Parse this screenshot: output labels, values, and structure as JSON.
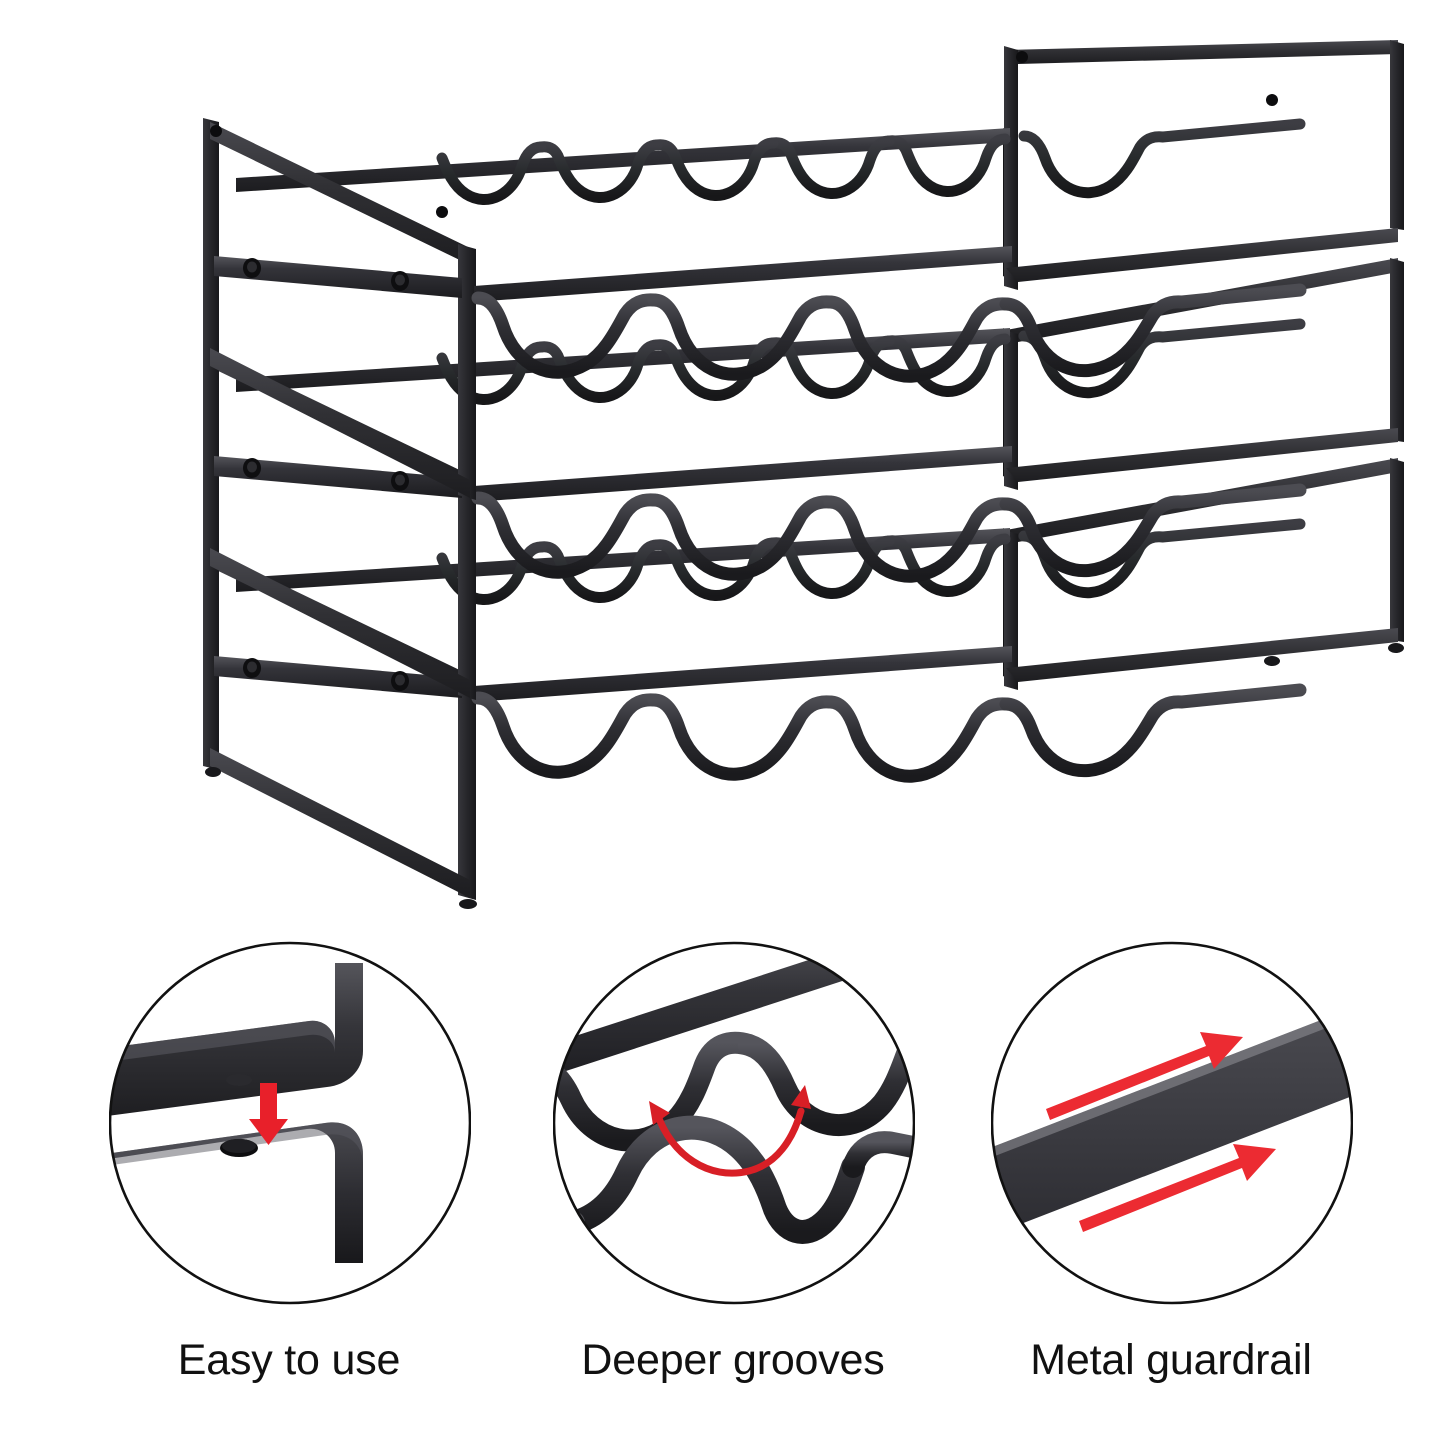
{
  "product": {
    "name": "3-tier-stackable-metal-wine-rack",
    "finish_color": "#2c2c2e",
    "tier_count": 3,
    "bottle_slots_per_tier": 4,
    "background_color": "#ffffff"
  },
  "features": [
    {
      "id": "easy-to-use",
      "caption": "Easy to use",
      "illustration": "stacking-peg-and-hole-detail",
      "arrow_color": "#e8202a",
      "arrow_direction": "down"
    },
    {
      "id": "deeper-grooves",
      "caption": "Deeper grooves",
      "illustration": "scalloped-groove-detail",
      "arrow_color": "#d81f26",
      "arrow_direction": "curved"
    },
    {
      "id": "metal-guardrail",
      "caption": "Metal guardrail",
      "illustration": "flat-guardrail-bar-detail",
      "arrow_color": "#ec2b32",
      "arrow_direction": "right"
    }
  ],
  "colors": {
    "metal_dark": "#232326",
    "metal_mid": "#3a3a3e",
    "metal_light": "#56565c",
    "outline": "#111111",
    "red": "#e8202a",
    "white": "#ffffff"
  }
}
